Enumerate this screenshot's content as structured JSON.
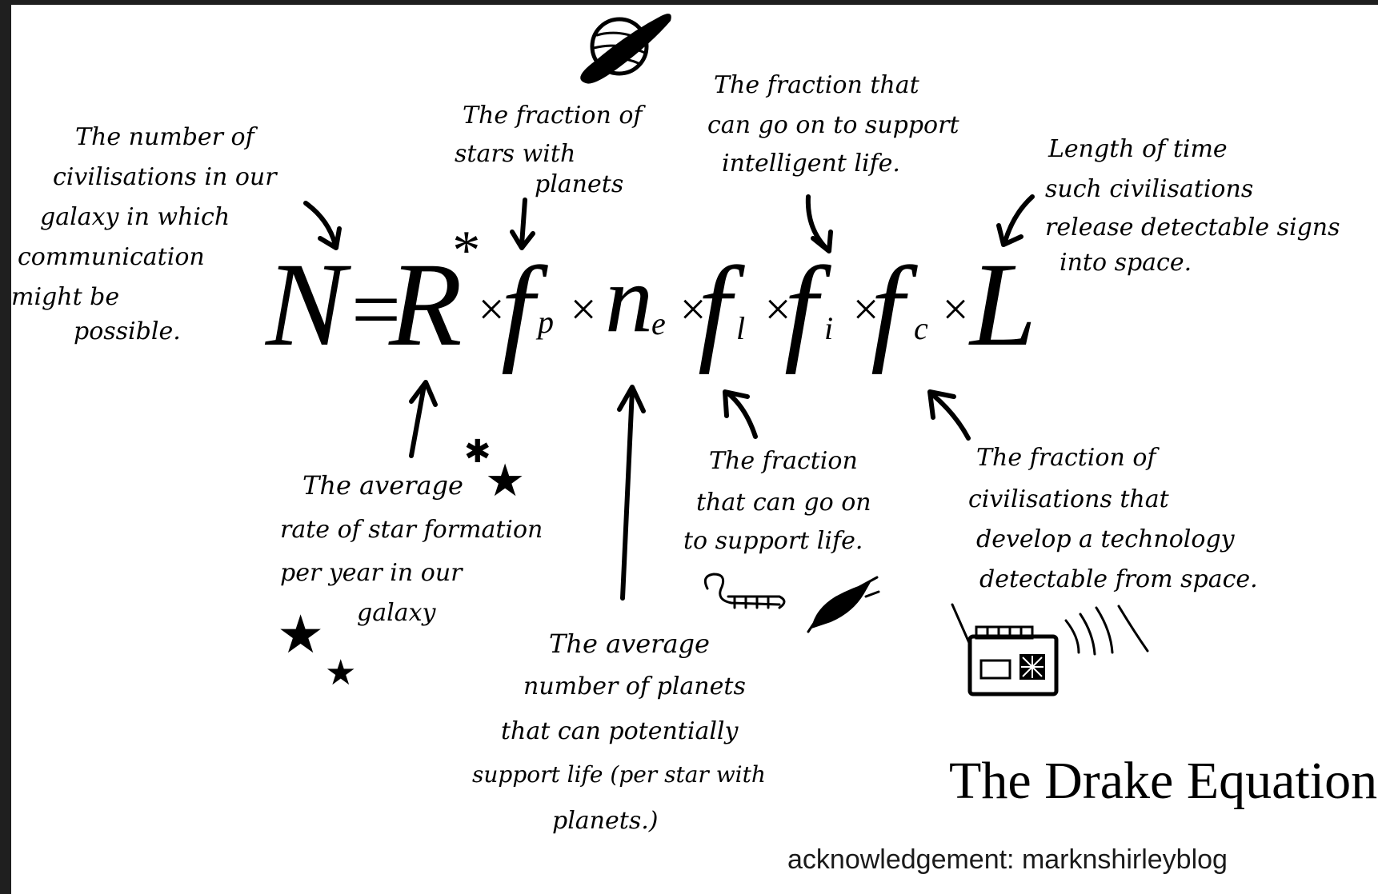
{
  "title": "The Drake Equation.",
  "acknowledgement": "acknowledgement: marknshirleyblog",
  "equation": {
    "N": "N",
    "eq": "=",
    "R": "R",
    "star": "*",
    "times": "×",
    "f": "f",
    "p": "p",
    "n": "n",
    "e": "e",
    "l": "l",
    "i": "i",
    "c": "c",
    "L": "L"
  },
  "annotations": {
    "N": [
      "The number of",
      "civilisations in our",
      "galaxy in which",
      "communication",
      "might be",
      "possible."
    ],
    "fp": [
      "The fraction of",
      "stars with",
      "planets"
    ],
    "fi": [
      "The fraction that",
      "can go on to support",
      "intelligent life."
    ],
    "L": [
      "Length of time",
      "such civilisations",
      "release detectable signs",
      "into space."
    ],
    "R": [
      "The average",
      "rate of star formation",
      "per year in our",
      "galaxy"
    ],
    "ne": [
      "The average",
      "number of planets",
      "that can potentially",
      "support life (per star with",
      "planets.)"
    ],
    "fl": [
      "The fraction",
      "that can go on",
      "to support life."
    ],
    "fc": [
      "The fraction of",
      "civilisations that",
      "develop a technology",
      "detectable from space."
    ]
  },
  "icons": {
    "planet": "ringed-planet-icon",
    "stars": "star-icon",
    "worm": "worm-icon",
    "fish": "fish-icon",
    "radio": "radio-icon"
  }
}
